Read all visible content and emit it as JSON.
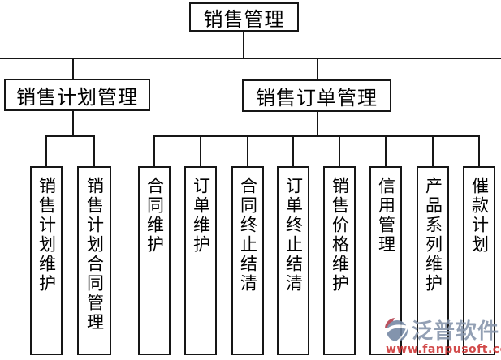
{
  "diagram": {
    "root": "销售管理",
    "level2": [
      {
        "label": "销售计划管理"
      },
      {
        "label": "销售订单管理"
      }
    ],
    "leaves_left": [
      "销售计划维护",
      "销售计划合同管理"
    ],
    "leaves_right": [
      "合同维护",
      "订单维护",
      "合同终止结清",
      "订单终止结清",
      "销售价格维护",
      "信用管理",
      "产品系列维护",
      "催款计划"
    ]
  },
  "watermark": {
    "brand": "泛普软件",
    "url": "www.fanpusoft.com",
    "brand_color": "#8594aa",
    "url_color": "#cc3333",
    "logo_blue": "#7386a2",
    "logo_red": "#b23a48"
  },
  "colors": {
    "line": "#161616",
    "background": "#ffffff",
    "text": "#000000"
  }
}
